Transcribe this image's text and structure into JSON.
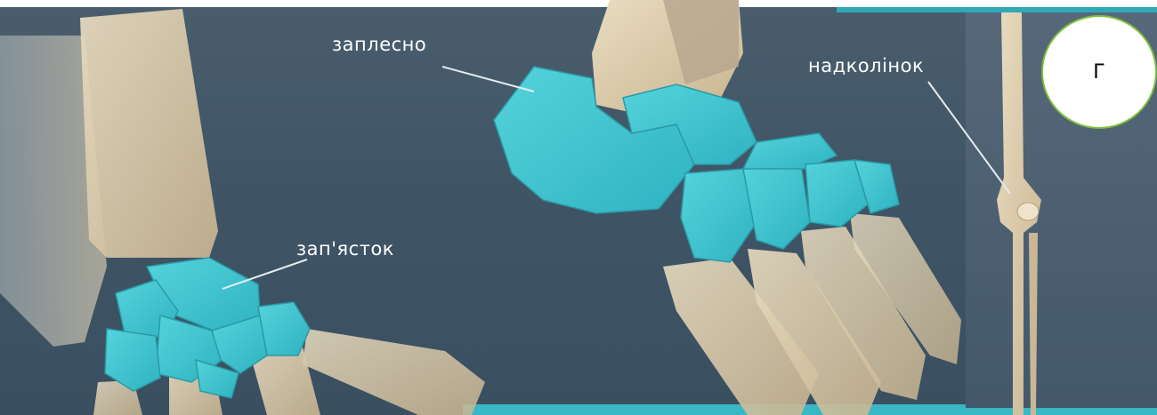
{
  "labels": {
    "tarsus": "заплесно",
    "carpus": "зап'ясток",
    "patella": "надколінок"
  },
  "badge": {
    "letter": "Г"
  },
  "colors": {
    "background": "#3f5566",
    "highlight_bone": "#3cc3cf",
    "bone": "#d8c7a6",
    "badge_border": "#7fbf3a"
  }
}
